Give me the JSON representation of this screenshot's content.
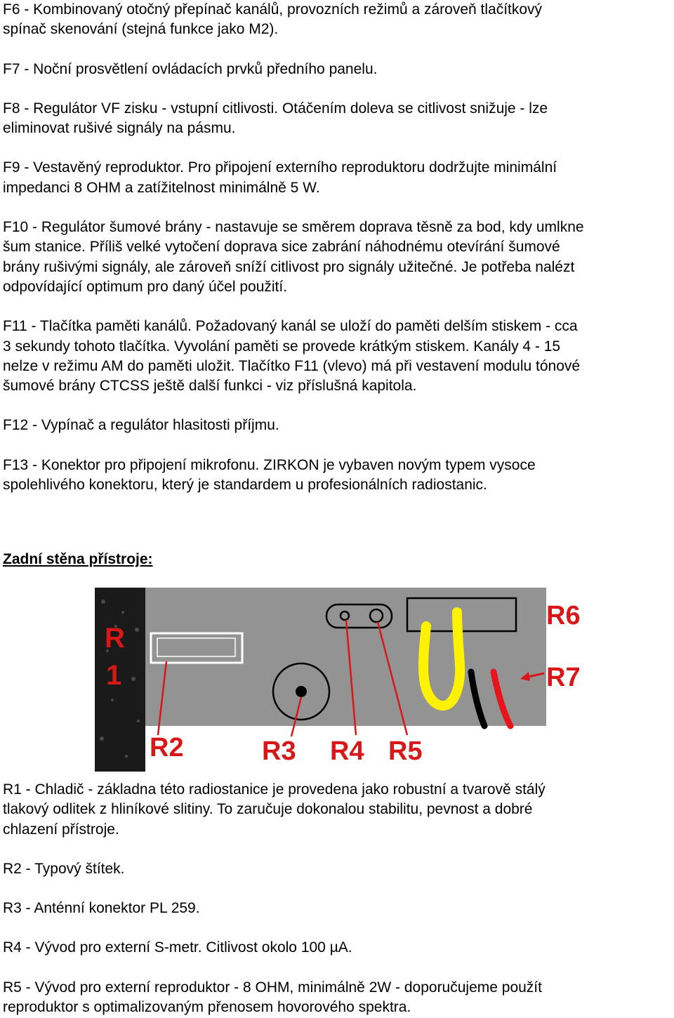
{
  "upper_paragraphs": [
    "F6 - Kombinovaný otočný přepínač kanálů, provozních režimů a zároveň tlačítkový\nspínač skenování (stejná funkce jako M2).",
    "F7 - Noční prosvětlení ovládacích prvků předního panelu.",
    "F8 - Regulátor VF zisku - vstupní citlivosti. Otáčením doleva se citlivost snižuje - lze\neliminovat rušivé signály na pásmu.",
    "F9 - Vestavěný reproduktor. Pro připojení externího reproduktoru dodržujte minimální\nimpedanci 8 OHM a zatížitelnost minimálně 5 W.",
    "F10 - Regulátor šumové brány - nastavuje se směrem doprava těsně za bod, kdy umlkne\nšum stanice. Příliš velké vytočení doprava sice zabrání náhodnému otevírání šumové\nbrány rušivými signály, ale zároveň sníží citlivost pro signály užitečné. Je potřeba nalézt\nodpovídající optimum pro daný účel použití.",
    "F11 - Tlačítka paměti kanálů. Požadovaný kanál se uloží do paměti delším stiskem - cca\n3 sekundy tohoto tlačítka. Vyvolání paměti se provede krátkým stiskem. Kanály 4 - 15\nnelze v režimu AM do paměti uložit. Tlačítko F11 (vlevo) má při vestavení modulu tónové\nšumové brány CTCSS ještě další funkci - viz příslušná kapitola.",
    "F12 - Vypínač a regulátor hlasitosti příjmu.",
    "F13 - Konektor pro připojení mikrofonu. ZIRKON je vybaven novým typem vysoce\nspolehlivého konektoru, který je standardem u profesionálních radiostanic."
  ],
  "section_heading": "Zadní stěna přístroje:",
  "figure": {
    "labels": {
      "r1_top": "R",
      "r1_bottom": "1",
      "r2": "R2",
      "r3": "R3",
      "r4": "R4",
      "r5": "R5",
      "r6": "R6",
      "r7": "R7"
    },
    "colors": {
      "panel": "#939393",
      "heatsink": "#1a1a1a",
      "label_red": "#d81818",
      "wire_yellow": "#fff200",
      "wire_black": "#000000",
      "wire_red": "#e8141c"
    }
  },
  "lower_paragraphs": [
    "R1 - Chladič - základna této radiostanice je provedena jako robustní a tvarově stálý\ntlakový odlitek z hliníkové slitiny. To zaručuje dokonalou stabilitu, pevnost a dobré\nchlazení přístroje.",
    "R2 - Typový štítek.",
    "R3 - Anténní konektor PL 259.",
    "R4 - Vývod pro externí S-metr. Citlivost okolo 100 µA.",
    "R5 - Vývod pro externí reproduktor - 8 OHM, minimálně 2W - doporučujeme použít\nreproduktor s optimalizovaným přenosem hovorového spektra."
  ]
}
